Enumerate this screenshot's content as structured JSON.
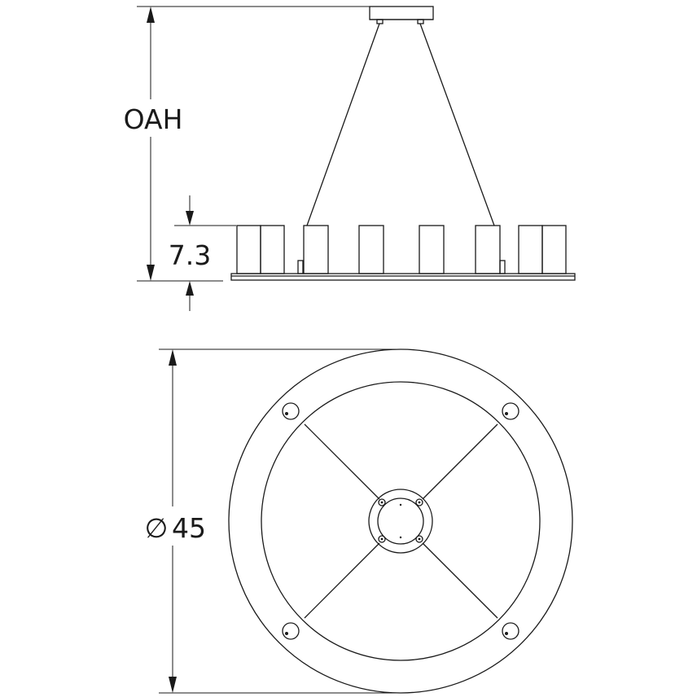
{
  "dimensions": {
    "overall_height_label": "OAH",
    "shade_height_label": "7.3",
    "diameter_symbol": "∅",
    "diameter_label": "45"
  },
  "colors": {
    "line": "#1a1a1a",
    "background": "#ffffff"
  }
}
